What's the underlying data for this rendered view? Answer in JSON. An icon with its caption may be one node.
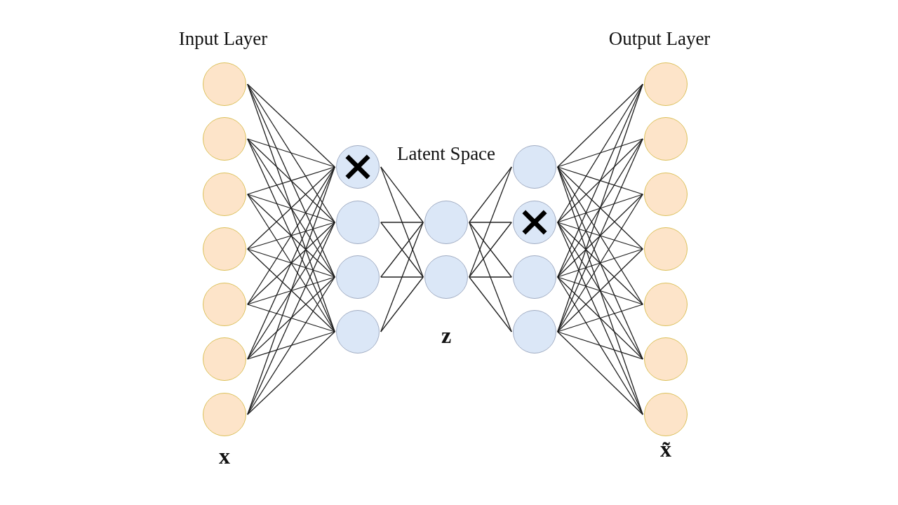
{
  "diagram": {
    "nodes": [
      {
        "text": [],
        "shape": "circle"
      },
      {
        "text": [],
        "shape": "circle"
      },
      {
        "text": [],
        "shape": "circle"
      },
      {
        "text": [],
        "shape": "circle"
      },
      {
        "text": [],
        "shape": "circle"
      },
      {
        "text": [],
        "shape": "circle"
      },
      {
        "text": [],
        "shape": "circle"
      },
      {
        "text": [],
        "shape": "crossed-circle"
      },
      {
        "text": [],
        "shape": "circle"
      },
      {
        "text": [],
        "shape": "circle"
      },
      {
        "text": [],
        "shape": "circle"
      },
      {
        "text": [],
        "shape": "circle"
      },
      {
        "text": [],
        "shape": "circle"
      },
      {
        "text": [],
        "shape": "circle"
      },
      {
        "text": [],
        "shape": "crossed-circle"
      },
      {
        "text": [],
        "shape": "circle"
      },
      {
        "text": [],
        "shape": "circle"
      },
      {
        "text": [],
        "shape": "circle"
      },
      {
        "text": [],
        "shape": "circle"
      },
      {
        "text": [],
        "shape": "circle"
      },
      {
        "text": [],
        "shape": "circle"
      },
      {
        "text": [],
        "shape": "circle"
      },
      {
        "text": [],
        "shape": "circle"
      },
      {
        "text": [],
        "shape": "circle"
      }
    ],
    "edges": [
      {
        "from": 0,
        "to": 7,
        "arrow": "none"
      },
      {
        "from": 0,
        "to": 8,
        "arrow": "none"
      },
      {
        "from": 0,
        "to": 9,
        "arrow": "none"
      },
      {
        "from": 0,
        "to": 10,
        "arrow": "none"
      },
      {
        "from": 1,
        "to": 7,
        "arrow": "none"
      },
      {
        "from": 1,
        "to": 8,
        "arrow": "none"
      },
      {
        "from": 1,
        "to": 9,
        "arrow": "none"
      },
      {
        "from": 1,
        "to": 10,
        "arrow": "none"
      },
      {
        "from": 2,
        "to": 7,
        "arrow": "none"
      },
      {
        "from": 2,
        "to": 8,
        "arrow": "none"
      },
      {
        "from": 2,
        "to": 9,
        "arrow": "none"
      },
      {
        "from": 2,
        "to": 10,
        "arrow": "none"
      },
      {
        "from": 3,
        "to": 7,
        "arrow": "none"
      },
      {
        "from": 3,
        "to": 8,
        "arrow": "none"
      },
      {
        "from": 3,
        "to": 9,
        "arrow": "none"
      },
      {
        "from": 3,
        "to": 10,
        "arrow": "none"
      },
      {
        "from": 4,
        "to": 7,
        "arrow": "none"
      },
      {
        "from": 4,
        "to": 8,
        "arrow": "none"
      },
      {
        "from": 4,
        "to": 9,
        "arrow": "none"
      },
      {
        "from": 4,
        "to": 10,
        "arrow": "none"
      },
      {
        "from": 5,
        "to": 7,
        "arrow": "none"
      },
      {
        "from": 5,
        "to": 8,
        "arrow": "none"
      },
      {
        "from": 5,
        "to": 9,
        "arrow": "none"
      },
      {
        "from": 5,
        "to": 10,
        "arrow": "none"
      },
      {
        "from": 6,
        "to": 7,
        "arrow": "none"
      },
      {
        "from": 6,
        "to": 8,
        "arrow": "none"
      },
      {
        "from": 6,
        "to": 9,
        "arrow": "none"
      },
      {
        "from": 6,
        "to": 10,
        "arrow": "none"
      },
      {
        "from": 7,
        "to": 11,
        "arrow": "none"
      },
      {
        "from": 7,
        "to": 12,
        "arrow": "none"
      },
      {
        "from": 8,
        "to": 11,
        "arrow": "none"
      },
      {
        "from": 8,
        "to": 12,
        "arrow": "none"
      },
      {
        "from": 9,
        "to": 11,
        "arrow": "none"
      },
      {
        "from": 9,
        "to": 12,
        "arrow": "none"
      },
      {
        "from": 10,
        "to": 11,
        "arrow": "none"
      },
      {
        "from": 10,
        "to": 12,
        "arrow": "none"
      },
      {
        "from": 11,
        "to": 13,
        "arrow": "none"
      },
      {
        "from": 11,
        "to": 14,
        "arrow": "none"
      },
      {
        "from": 11,
        "to": 15,
        "arrow": "none"
      },
      {
        "from": 11,
        "to": 16,
        "arrow": "none"
      },
      {
        "from": 12,
        "to": 13,
        "arrow": "none"
      },
      {
        "from": 12,
        "to": 14,
        "arrow": "none"
      },
      {
        "from": 12,
        "to": 15,
        "arrow": "none"
      },
      {
        "from": 12,
        "to": 16,
        "arrow": "none"
      },
      {
        "from": 13,
        "to": 17,
        "arrow": "none"
      },
      {
        "from": 13,
        "to": 18,
        "arrow": "none"
      },
      {
        "from": 13,
        "to": 19,
        "arrow": "none"
      },
      {
        "from": 13,
        "to": 20,
        "arrow": "none"
      },
      {
        "from": 13,
        "to": 21,
        "arrow": "none"
      },
      {
        "from": 13,
        "to": 22,
        "arrow": "none"
      },
      {
        "from": 13,
        "to": 23,
        "arrow": "none"
      },
      {
        "from": 14,
        "to": 17,
        "arrow": "none"
      },
      {
        "from": 14,
        "to": 18,
        "arrow": "none"
      },
      {
        "from": 14,
        "to": 19,
        "arrow": "none"
      },
      {
        "from": 14,
        "to": 20,
        "arrow": "none"
      },
      {
        "from": 14,
        "to": 21,
        "arrow": "none"
      },
      {
        "from": 14,
        "to": 22,
        "arrow": "none"
      },
      {
        "from": 14,
        "to": 23,
        "arrow": "none"
      },
      {
        "from": 15,
        "to": 17,
        "arrow": "none"
      },
      {
        "from": 15,
        "to": 18,
        "arrow": "none"
      },
      {
        "from": 15,
        "to": 19,
        "arrow": "none"
      },
      {
        "from": 15,
        "to": 20,
        "arrow": "none"
      },
      {
        "from": 15,
        "to": 21,
        "arrow": "none"
      },
      {
        "from": 15,
        "to": 22,
        "arrow": "none"
      },
      {
        "from": 15,
        "to": 23,
        "arrow": "none"
      },
      {
        "from": 16,
        "to": 17,
        "arrow": "none"
      },
      {
        "from": 16,
        "to": 18,
        "arrow": "none"
      },
      {
        "from": 16,
        "to": 19,
        "arrow": "none"
      },
      {
        "from": 16,
        "to": 20,
        "arrow": "none"
      },
      {
        "from": 16,
        "to": 21,
        "arrow": "none"
      },
      {
        "from": 16,
        "to": 22,
        "arrow": "none"
      },
      {
        "from": 16,
        "to": 23,
        "arrow": "none"
      }
    ],
    "labels": [
      "Input Layer",
      "Output Layer",
      "Latent Space",
      "z",
      "x",
      "x̃"
    ]
  }
}
